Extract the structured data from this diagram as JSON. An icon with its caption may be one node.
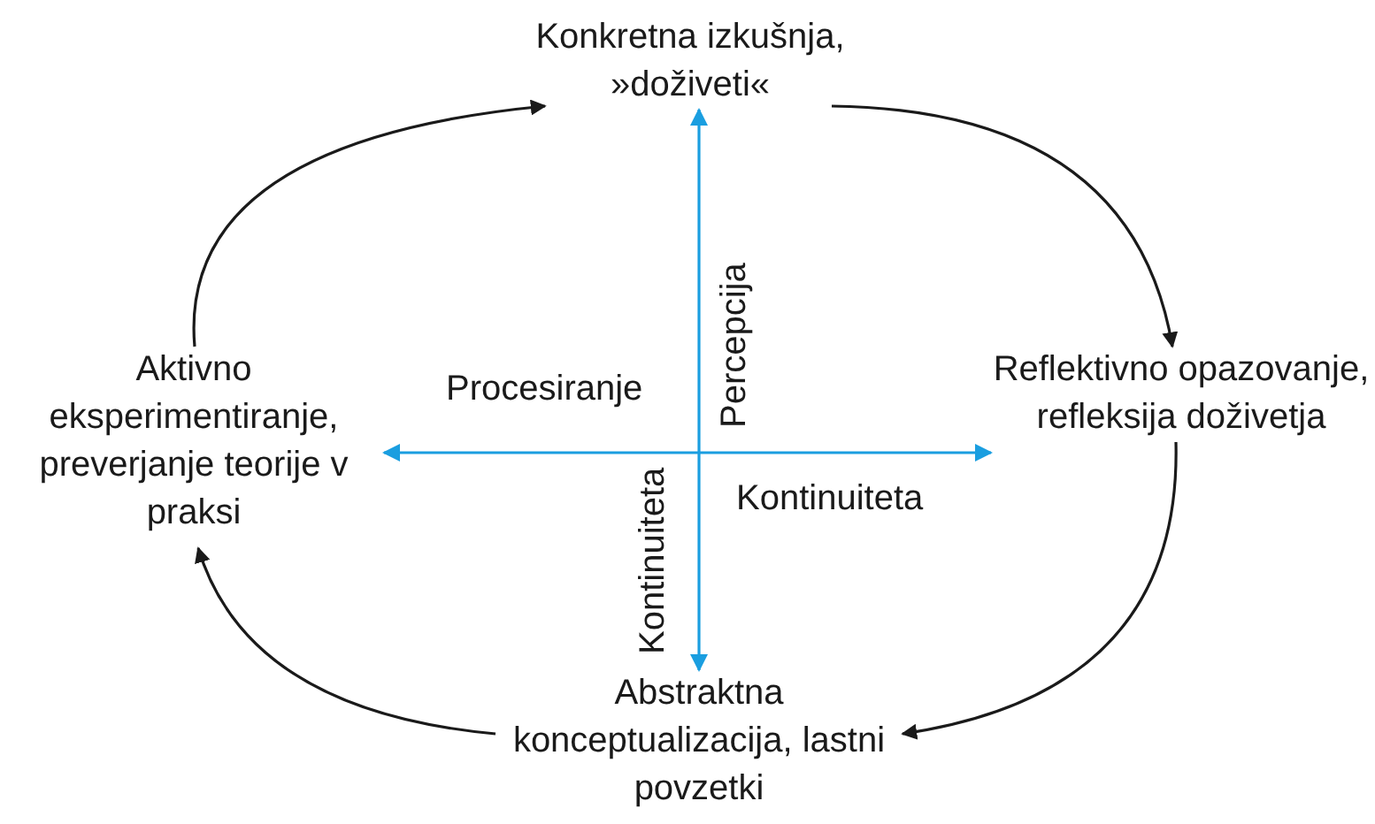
{
  "diagram": {
    "nodes": [
      {
        "text": [
          "Konkretna izkušnja, »doživeti«"
        ]
      },
      {
        "text": [
          "Reflektivno opazovanje, refleksija doživetja"
        ]
      },
      {
        "text": [
          "Abstraktna konceptualizacija, lastni povzetki"
        ]
      },
      {
        "text": [
          "Aktivno eksperimentiranje, preverjanje teorije v praksi"
        ]
      }
    ],
    "edges": [
      {
        "from": 0,
        "to": 1,
        "arrow": "to"
      },
      {
        "from": 1,
        "to": 2,
        "arrow": "to"
      },
      {
        "from": 2,
        "to": 3,
        "arrow": "to"
      },
      {
        "from": 3,
        "to": 0,
        "arrow": "to"
      },
      {
        "from": 0,
        "to": 2,
        "arrow": "both",
        "color": "#1a9ee0"
      },
      {
        "from": 3,
        "to": 1,
        "arrow": "both",
        "color": "#1a9ee0"
      }
    ],
    "labels": [
      "Procesiranje",
      "Percepcija",
      "Kontinuiteta",
      "Kontinuiteta"
    ]
  }
}
